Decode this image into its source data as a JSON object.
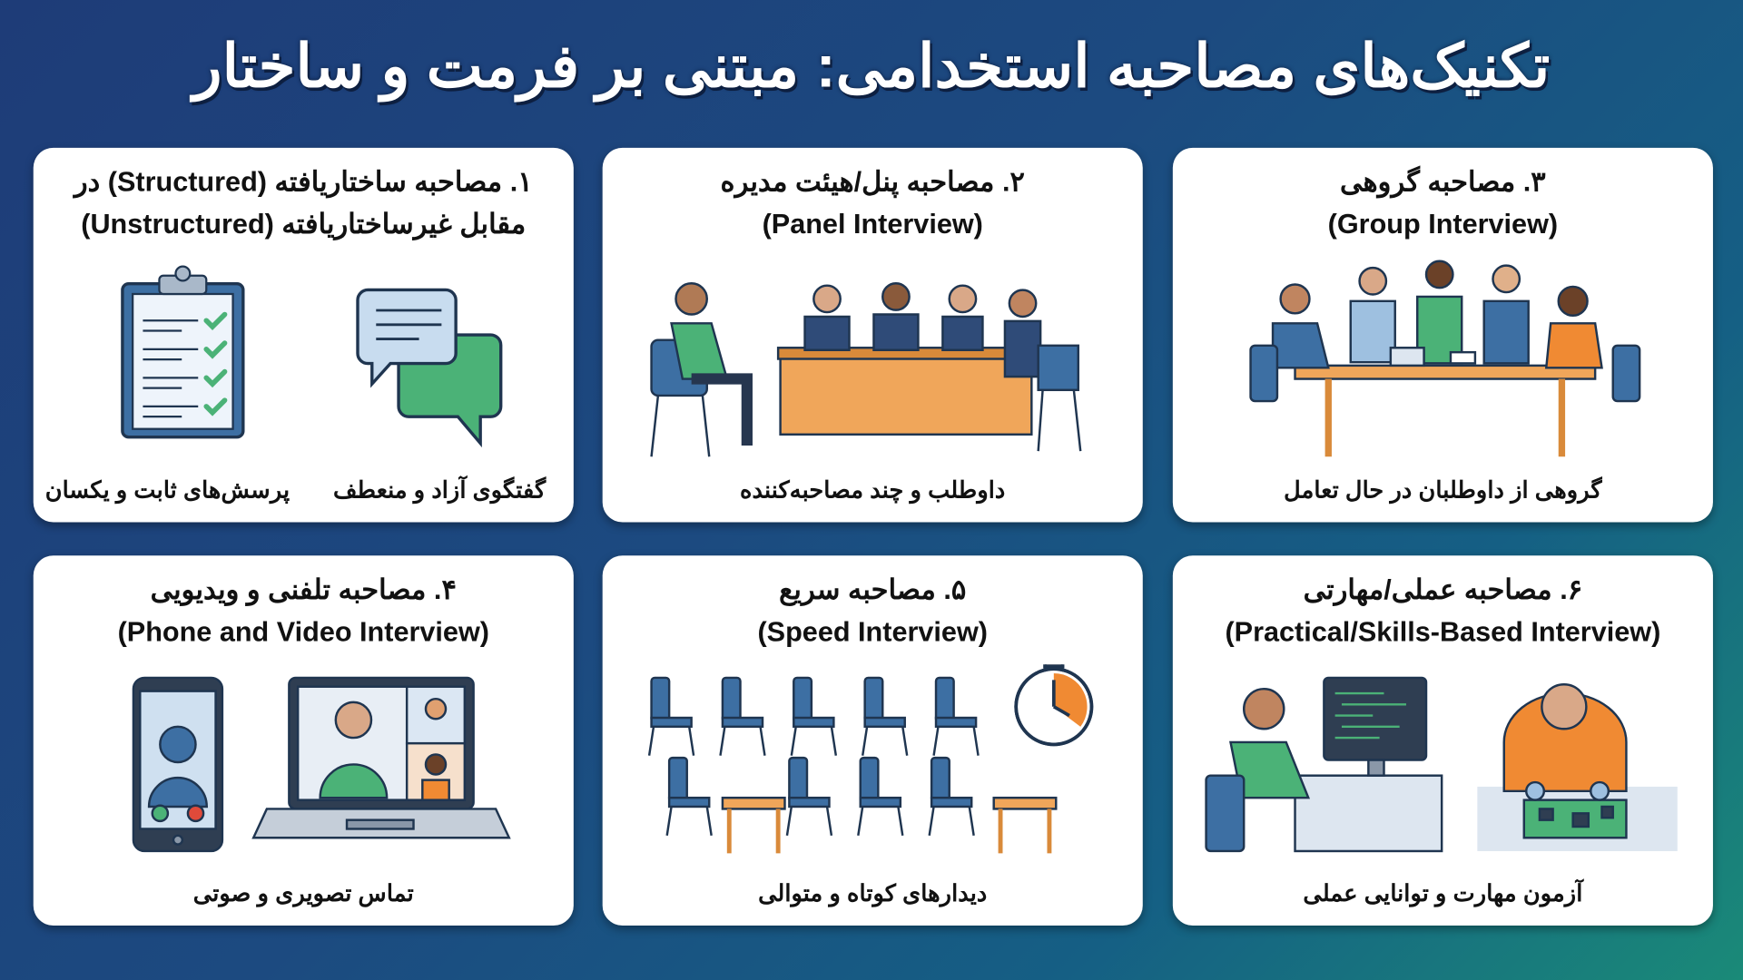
{
  "title": "تکنیک‌های مصاحبه استخدامی: مبتنی بر فرمت و ساختار",
  "cards": [
    {
      "heading_fa": "۱. مصاحبه ساختاریافته (Structured) در",
      "heading_line2": "مقابل غیرساختاریافته (Unstructured)",
      "caption_left": "پرسش‌های ثابت و یکسان",
      "caption_right": "گفتگوی آزاد و منعطف",
      "icons": [
        "clipboard-checklist-icon",
        "chat-bubbles-icon"
      ]
    },
    {
      "heading_fa": "۲. مصاحبه پنل/هیئت مدیره",
      "heading_en": "(Panel Interview)",
      "caption": "داوطلب و چند مصاحبه‌کننده",
      "icons": [
        "panel-interview-illustration"
      ]
    },
    {
      "heading_fa": "۳. مصاحبه گروهی",
      "heading_en": "(Group Interview)",
      "caption": "گروهی از داوطلبان در حال تعامل",
      "icons": [
        "group-interview-illustration"
      ]
    },
    {
      "heading_fa": "۴. مصاحبه تلفنی و ویدیویی",
      "heading_en": "(Phone and Video Interview)",
      "caption": "تماس تصویری و صوتی",
      "icons": [
        "phone-call-icon",
        "laptop-video-call-icon"
      ]
    },
    {
      "heading_fa": "۵. مصاحبه سریع",
      "heading_en": "(Speed Interview)",
      "caption": "دیدارهای کوتاه و متوالی",
      "icons": [
        "chairs-rows-icon",
        "stopwatch-icon"
      ]
    },
    {
      "heading_fa": "۶. مصاحبه عملی/مهارتی",
      "heading_en": "(Practical/Skills-Based Interview)",
      "caption": "آزمون مهارت و توانایی عملی",
      "icons": [
        "coding-computer-illustration",
        "electronics-soldering-illustration"
      ]
    }
  ],
  "colors": {
    "bg_start": "#1e3c78",
    "bg_end": "#1a8a78",
    "blue": "#3d6fa3",
    "green": "#4bb277",
    "orange": "#f08a33",
    "table": "#f0a65a"
  }
}
